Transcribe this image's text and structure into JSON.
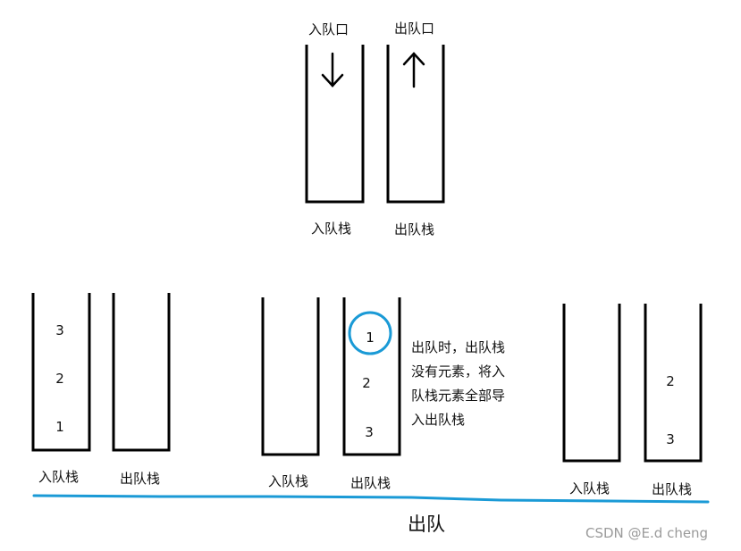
{
  "top": {
    "enqueue_port": "入队口",
    "dequeue_port": "出队口",
    "in_stack": "入队栈",
    "out_stack": "出队栈"
  },
  "panel1": {
    "in_stack_label": "入队栈",
    "out_stack_label": "出队栈",
    "in_stack_items": [
      "3",
      "2",
      "1"
    ]
  },
  "panel2": {
    "in_stack_label": "入队栈",
    "out_stack_label": "出队栈",
    "out_stack_items": [
      "1",
      "2",
      "3"
    ],
    "note_lines": [
      "出队时，出队栈",
      "没有元素，将入",
      "队栈元素全部导",
      "入出队栈"
    ]
  },
  "panel3": {
    "in_stack_label": "入队栈",
    "out_stack_label": "出队栈",
    "out_stack_items": [
      "2",
      "3"
    ]
  },
  "caption": "出队",
  "watermark": "CSDN @E.d cheng",
  "colors": {
    "line": "#000000",
    "accent": "#1a9ad6",
    "watermark": "#9a9a9a"
  }
}
